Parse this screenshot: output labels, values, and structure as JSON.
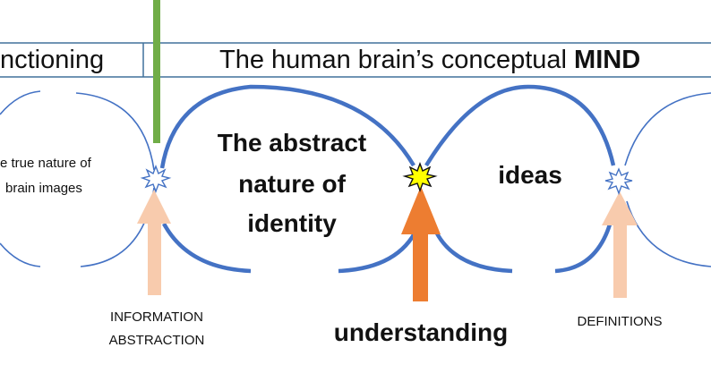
{
  "banner": {
    "left_text": "nctioning",
    "right_text_regular": "The human brain’s conceptual ",
    "right_text_bold": "MIND"
  },
  "circles": {
    "left_text_line1": "e true nature of",
    "left_text_line2": "brain images",
    "center_text_line1": "The abstract",
    "center_text_line2": "nature of",
    "center_text_line3": "identity",
    "right_text": "ideas"
  },
  "labels": {
    "info_line1": "INFORMATION",
    "info_line2": "ABSTRACTION",
    "understanding": "understanding",
    "definitions": "DEFINITIONS"
  },
  "colors": {
    "circle_blue": "#4472c4",
    "arrow_peach": "#f8cbad",
    "arrow_orange": "#ed7d31",
    "bar_green": "#70ad47",
    "burst_yellow": "#ffff00",
    "banner_line": "#41719c"
  }
}
